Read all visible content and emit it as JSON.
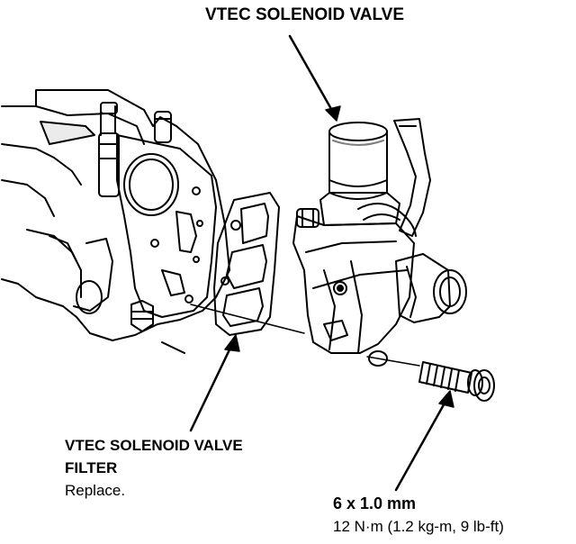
{
  "labels": {
    "solenoid_valve": "VTEC SOLENOID VALVE",
    "filter_line1": "VTEC SOLENOID VALVE",
    "filter_line2": "FILTER",
    "filter_note": "Replace.",
    "bolt_size": "6 x 1.0 mm",
    "bolt_torque": "12 N·m (1.2 kg-m, 9 lb-ft)"
  }
}
